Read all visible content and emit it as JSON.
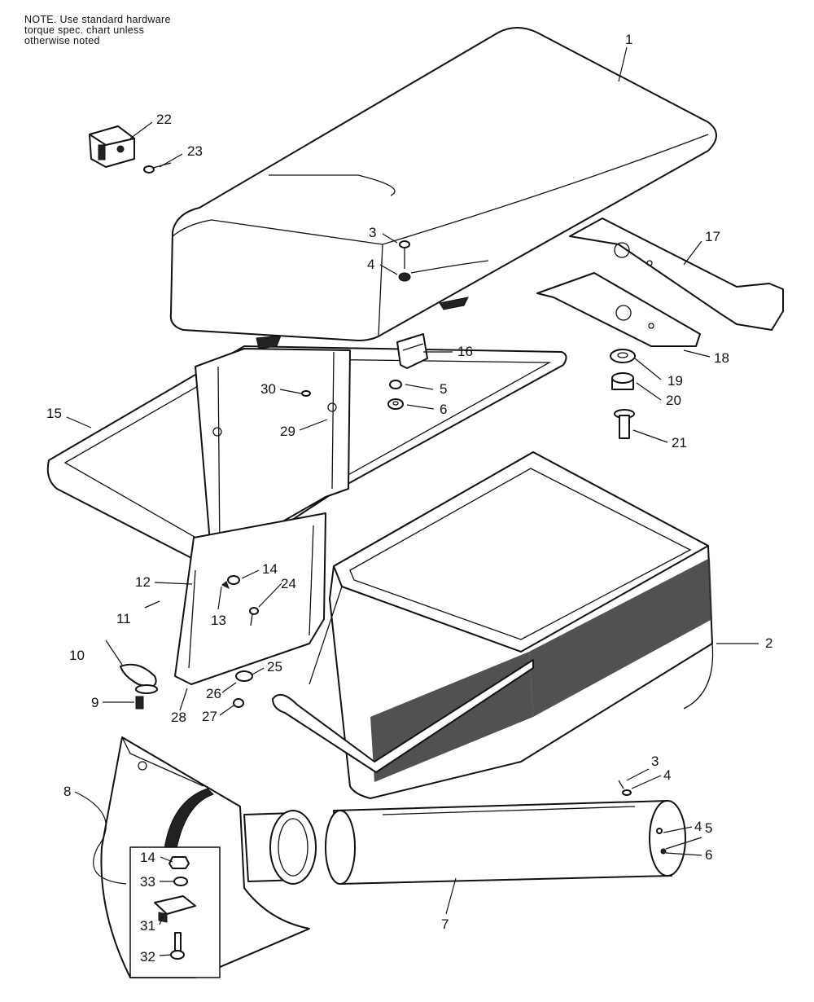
{
  "note": {
    "lines": [
      "NOTE. Use standard hardware",
      "torque spec. chart unless",
      "otherwise noted"
    ]
  },
  "callouts": [
    {
      "id": "c1",
      "text": "1"
    },
    {
      "id": "c22",
      "text": "22"
    },
    {
      "id": "c23",
      "text": "23"
    },
    {
      "id": "c3a",
      "text": "3"
    },
    {
      "id": "c4a",
      "text": "4"
    },
    {
      "id": "c17",
      "text": "17"
    },
    {
      "id": "c16",
      "text": "16"
    },
    {
      "id": "c18",
      "text": "18"
    },
    {
      "id": "c19",
      "text": "19"
    },
    {
      "id": "c30",
      "text": "30"
    },
    {
      "id": "c5a",
      "text": "5"
    },
    {
      "id": "c20",
      "text": "20"
    },
    {
      "id": "c6a",
      "text": "6"
    },
    {
      "id": "c15",
      "text": "15"
    },
    {
      "id": "c29",
      "text": "29"
    },
    {
      "id": "c21",
      "text": "21"
    },
    {
      "id": "c14a",
      "text": "14"
    },
    {
      "id": "c12",
      "text": "12"
    },
    {
      "id": "c24",
      "text": "24"
    },
    {
      "id": "c13",
      "text": "13"
    },
    {
      "id": "c11",
      "text": "11"
    },
    {
      "id": "c2",
      "text": "2"
    },
    {
      "id": "c10",
      "text": "10"
    },
    {
      "id": "c25",
      "text": "25"
    },
    {
      "id": "c26",
      "text": "26"
    },
    {
      "id": "c9",
      "text": "9"
    },
    {
      "id": "c28",
      "text": "28"
    },
    {
      "id": "c27",
      "text": "27"
    },
    {
      "id": "c3b",
      "text": "3"
    },
    {
      "id": "c8",
      "text": "8"
    },
    {
      "id": "c4b",
      "text": "4"
    },
    {
      "id": "c4c",
      "text": "4"
    },
    {
      "id": "c5b",
      "text": "5"
    },
    {
      "id": "c14b",
      "text": "14"
    },
    {
      "id": "c6b",
      "text": "6"
    },
    {
      "id": "c33",
      "text": "33"
    },
    {
      "id": "c7",
      "text": "7"
    },
    {
      "id": "c31",
      "text": "31"
    },
    {
      "id": "c32",
      "text": "32"
    }
  ]
}
